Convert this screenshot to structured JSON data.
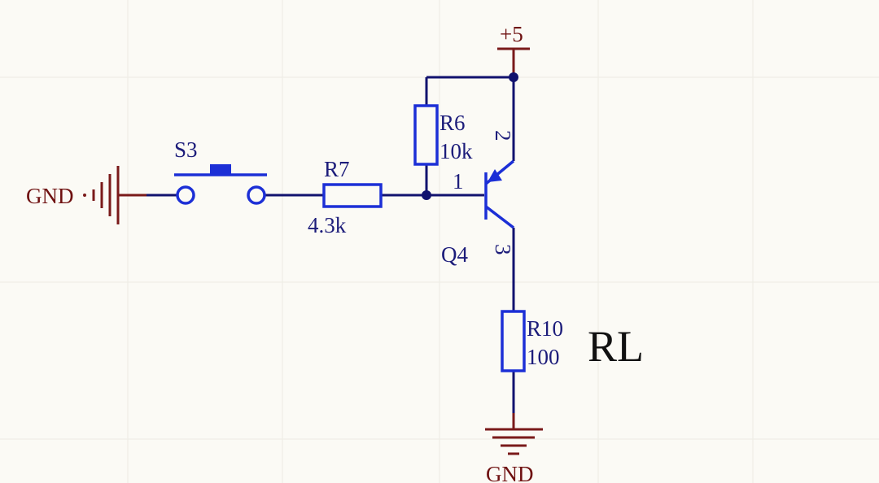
{
  "diagram": {
    "labels": {
      "power": "+5",
      "gnd_left": "GND",
      "gnd_bottom": "GND",
      "switch_ref": "S3",
      "r7_ref": "R7",
      "r7_value": "4.3k",
      "r6_ref": "R6",
      "r6_value": "10k",
      "transistor_ref": "Q4",
      "pin_base": "1",
      "pin_collector": "2",
      "pin_emitter": "3",
      "r10_ref": "R10",
      "r10_value": "100",
      "load_label": "RL"
    },
    "colors": {
      "background": "#fbfaf5",
      "wire": "#11126e",
      "component": "#1c2fd6",
      "power_net": "#7a1a1a",
      "label_blue": "#1c1c7a",
      "label_red": "#6e1010"
    }
  }
}
